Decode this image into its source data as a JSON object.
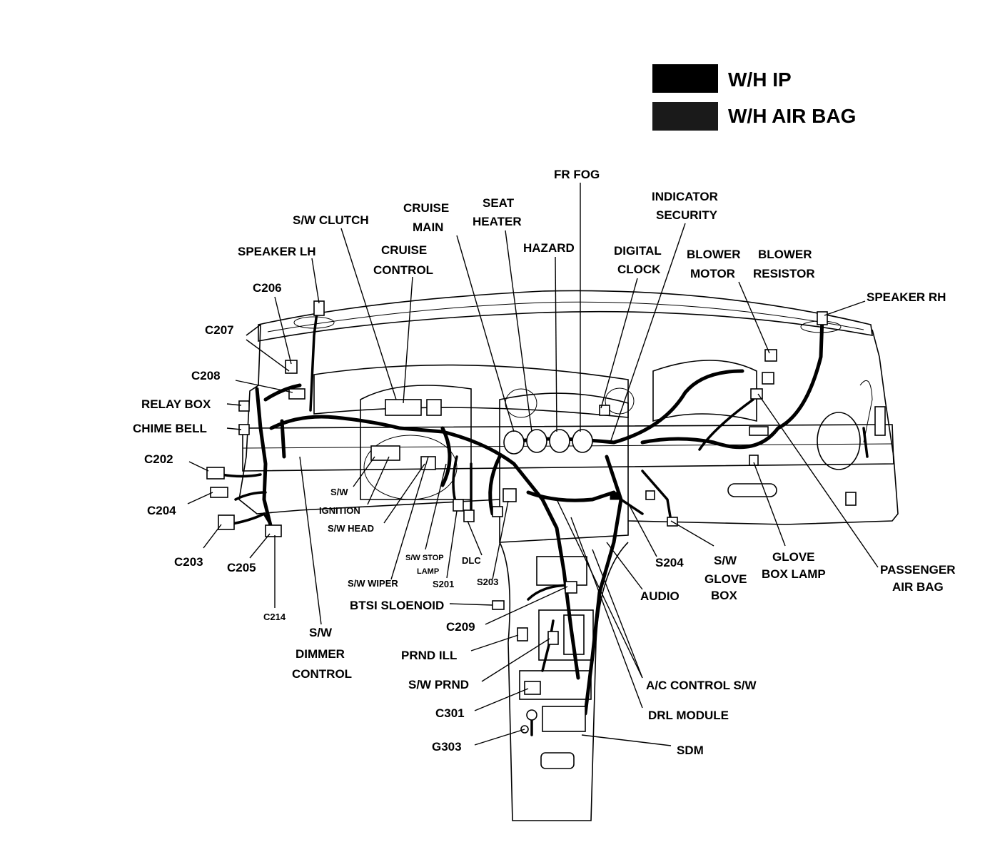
{
  "legend": [
    {
      "label": "W/H IP",
      "color": "#000000"
    },
    {
      "label": "W/H AIR BAG",
      "color": "#1a1a1a"
    }
  ],
  "labels": {
    "fr_fog": "FR FOG",
    "indicator_security_1": "INDICATOR",
    "indicator_security_2": "SECURITY",
    "seat_heater_1": "SEAT",
    "seat_heater_2": "HEATER",
    "cruise_main_1": "CRUISE",
    "cruise_main_2": "MAIN",
    "sw_clutch": "S/W CLUTCH",
    "hazard": "HAZARD",
    "digital_clock_1": "DIGITAL",
    "digital_clock_2": "CLOCK",
    "blower_motor_1": "BLOWER",
    "blower_motor_2": "MOTOR",
    "blower_resistor_1": "BLOWER",
    "blower_resistor_2": "RESISTOR",
    "speaker_lh": "SPEAKER LH",
    "cruise_control_1": "CRUISE",
    "cruise_control_2": "CONTROL",
    "c206": "C206",
    "speaker_rh": "SPEAKER RH",
    "c207": "C207",
    "c208": "C208",
    "relay_box": "RELAY BOX",
    "chime_bell": "CHIME BELL",
    "c202": "C202",
    "c204": "C204",
    "c203": "C203",
    "c205": "C205",
    "c214": "C214",
    "sw_ignition_1": "S/W",
    "sw_ignition_2": "IGNITION",
    "sw_head": "S/W HEAD",
    "sw_stop_lamp_1": "S/W STOP",
    "sw_stop_lamp_2": "LAMP",
    "dlc": "DLC",
    "sw_wiper": "S/W WIPER",
    "s201": "S201",
    "s203": "S203",
    "btsi_solenoid": "BTSI SLOENOID",
    "c209": "C209",
    "sw_dimmer_1": "S/W",
    "sw_dimmer_2": "DIMMER",
    "sw_dimmer_3": "CONTROL",
    "prnd_ill": "PRND ILL",
    "sw_prnd": "S/W PRND",
    "c301": "C301",
    "g303": "G303",
    "s204": "S204",
    "audio": "AUDIO",
    "sw_glove_box_1": "S/W",
    "sw_glove_box_2": "GLOVE",
    "sw_glove_box_3": "BOX",
    "glove_box_lamp_1": "GLOVE",
    "glove_box_lamp_2": "BOX LAMP",
    "passenger_air_bag_1": "PASSENGER",
    "passenger_air_bag_2": "AIR BAG",
    "ac_control_sw": "A/C CONTROL S/W",
    "drl_module": "DRL MODULE",
    "sdm": "SDM"
  }
}
